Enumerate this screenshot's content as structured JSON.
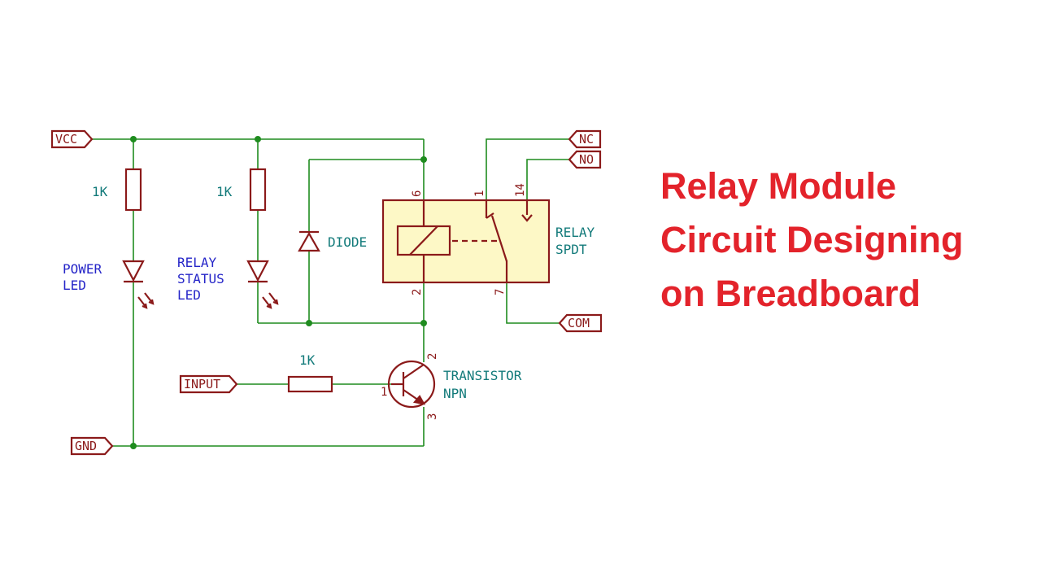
{
  "title": {
    "line1": "Relay Module",
    "line2": "Circuit Designing",
    "line3": "on Breadboard"
  },
  "ports": {
    "vcc": "VCC",
    "gnd": "GND",
    "input": "INPUT",
    "nc": "NC",
    "no": "NO",
    "com": "COM"
  },
  "components": {
    "r1_value": "1K",
    "r2_value": "1K",
    "r3_value": "1K",
    "power_led": [
      "POWER",
      "LED"
    ],
    "relay_status_led": [
      "RELAY",
      "STATUS",
      "LED"
    ],
    "diode": "DIODE",
    "relay": [
      "RELAY",
      "SPDT"
    ],
    "transistor": [
      "TRANSISTOR",
      "NPN"
    ]
  },
  "pins": {
    "relay_coil_top": "6",
    "relay_coil_bottom": "2",
    "relay_nc": "1",
    "relay_no": "14",
    "relay_com": "7",
    "q_base": "1",
    "q_collector": "2",
    "q_emitter": "3"
  },
  "colors": {
    "wire": "#1f8c1f",
    "component": "#8b1a1a",
    "relay_body": "#fdf8c6",
    "label_teal": "#127a7a",
    "label_blue": "#2525c8",
    "title": "#e3232b"
  }
}
